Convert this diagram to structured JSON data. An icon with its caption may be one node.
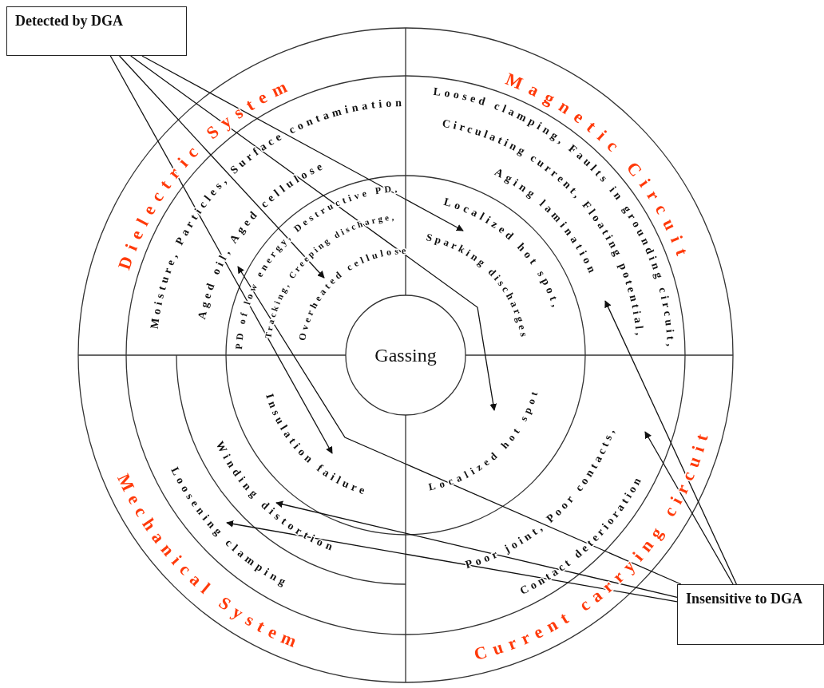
{
  "diagram": {
    "nodes": [
      {
        "text": [
          "Detected by DGA"
        ]
      },
      {
        "text": [
          "Aged oil, Aged cellulose"
        ]
      },
      {
        "text": [
          "Overheated cellulose"
        ]
      },
      {
        "text": [
          "Aging lamination"
        ]
      },
      {
        "text": [
          "Localized hot spot,"
        ]
      },
      {
        "text": [
          "Gassing"
        ]
      },
      {
        "text": [
          "Insulation failure"
        ]
      },
      {
        "text": [
          "Winding distortion"
        ]
      },
      {
        "text": [
          "Loosening clamping"
        ]
      },
      {
        "text": [
          "Localized hot spot"
        ]
      },
      {
        "text": [
          "Contact deterioration"
        ]
      },
      {
        "text": [
          "Insensitive to DGA"
        ]
      }
    ],
    "edges": [
      {
        "from": 0,
        "to": 6,
        "arrow": "to"
      },
      {
        "from": 0,
        "to": 2,
        "arrow": "to"
      },
      {
        "from": 0,
        "to": 9,
        "arrow": "to"
      },
      {
        "from": 0,
        "to": 4,
        "arrow": "to"
      },
      {
        "from": 11,
        "to": 1,
        "arrow": "to"
      },
      {
        "from": 11,
        "to": 7,
        "arrow": "to"
      },
      {
        "from": 11,
        "to": 8,
        "arrow": "to"
      },
      {
        "from": 11,
        "to": 10,
        "arrow": "to"
      },
      {
        "from": 11,
        "to": 3,
        "arrow": "to"
      }
    ],
    "labels": [
      "Dielectric System",
      "Moisture, Particles, Surface contamination",
      "PD of low energy, Destructive PD,",
      "Tracking, Creeping discharge,",
      "Magnetic Circuit",
      "Loosed clamping, Faults in grounding circuit,",
      "Circulating current, Floating potential,",
      "Sparking discharges",
      "Mechanical System",
      "Poor joint, Poor contacts,",
      "Current carrying circuit"
    ]
  }
}
